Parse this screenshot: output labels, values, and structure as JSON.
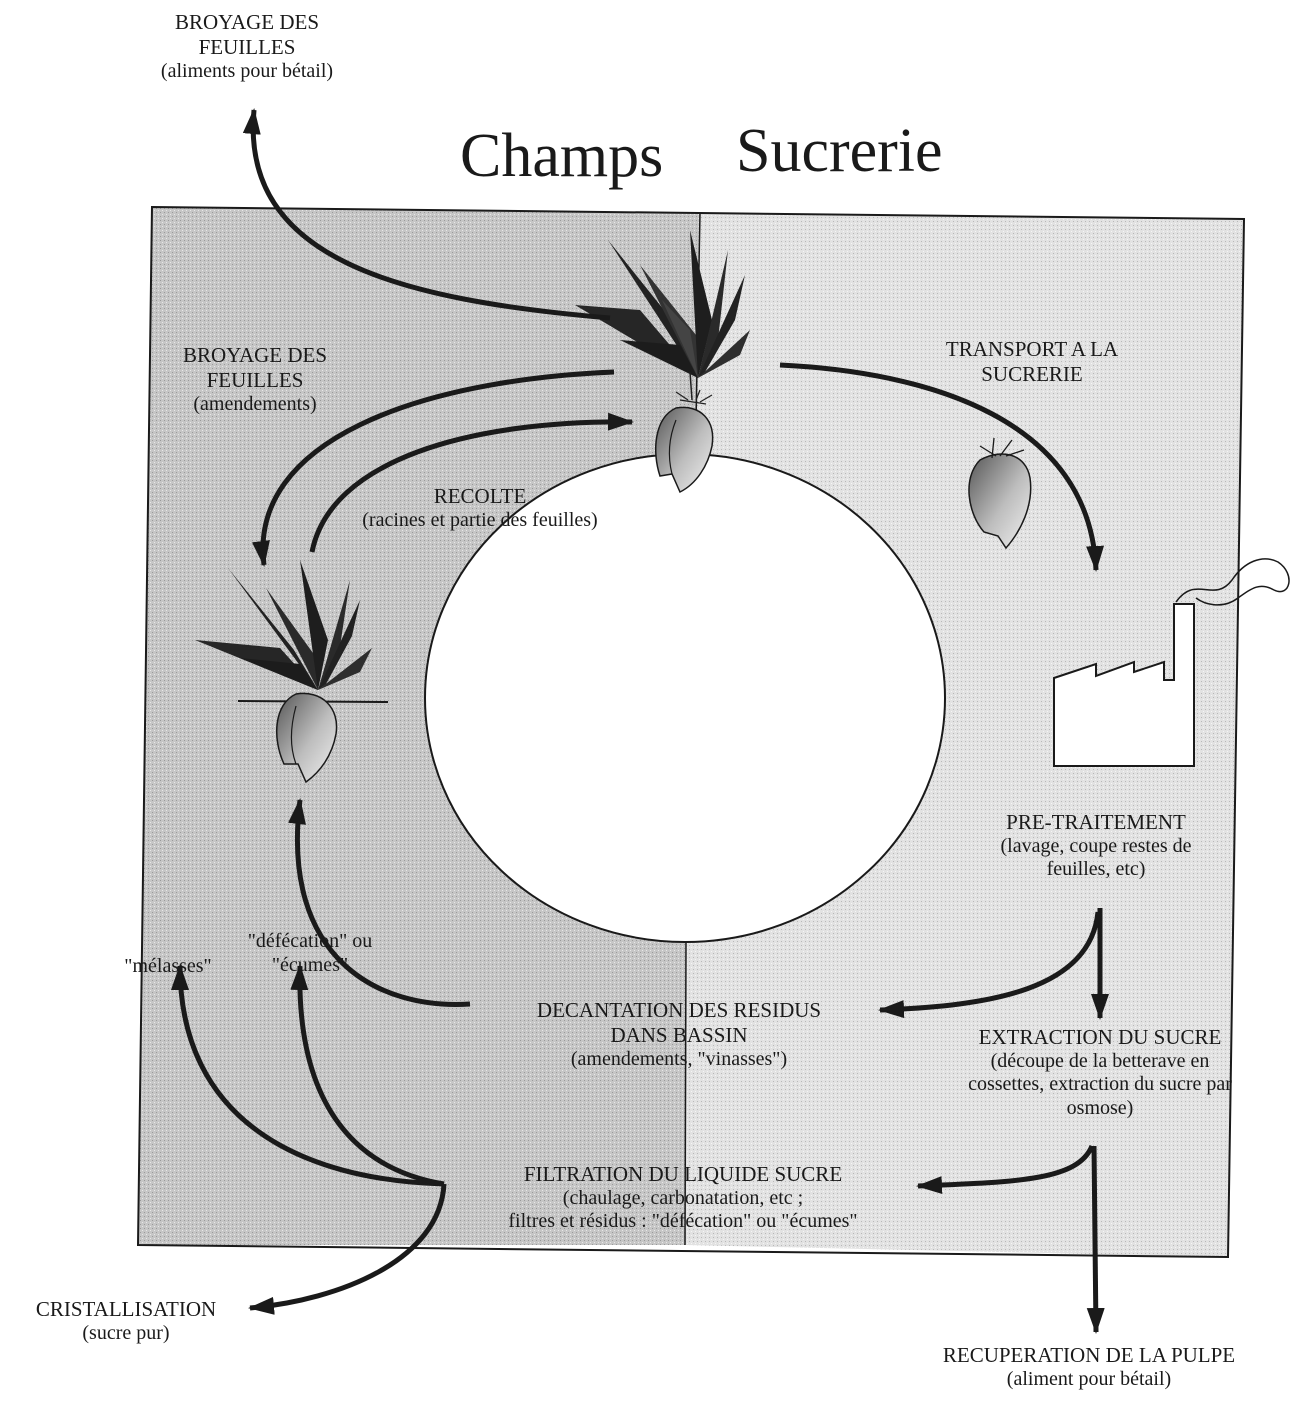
{
  "title": {
    "left": "Champs",
    "right": "Sucrerie"
  },
  "labels": {
    "broyage_top": {
      "line1": "BROYAGE DES",
      "line2": "FEUILLES",
      "sub": "(aliments pour bétail)"
    },
    "broyage_left": {
      "line1": "BROYAGE DES",
      "line2": "FEUILLES",
      "sub": "(amendements)"
    },
    "transport": {
      "line1": "TRANSPORT A LA",
      "line2": "SUCRERIE"
    },
    "recolte": {
      "head": "RECOLTE",
      "sub": "(racines et partie des feuilles)"
    },
    "pretraitement": {
      "head": "PRE-TRAITEMENT",
      "sub1": "(lavage, coupe restes de",
      "sub2": "feuilles, etc)"
    },
    "extraction": {
      "head": "EXTRACTION DU SUCRE",
      "sub1": "(découpe   de la betterave en",
      "sub2": "cossettes, extraction du sucre par",
      "sub3": "osmose)"
    },
    "decantation": {
      "line1": "DECANTATION DES RESIDUS",
      "line2": "DANS BASSIN",
      "sub": "(amendements, \"vinasses\")"
    },
    "filtration": {
      "head": "FILTRATION  DU LIQUIDE SUCRE",
      "sub1": "(chaulage, carbonatation, etc ;",
      "sub2": "filtres et résidus : \"défécation\" ou \"écumes\""
    },
    "melasses": "\"mélasses\"",
    "defecation": {
      "line1": "\"défécation\" ou",
      "line2": "\"écumes\""
    },
    "cristallisation": {
      "head": "CRISTALLISATION",
      "sub": "(sucre pur)"
    },
    "pulpe": {
      "head": "RECUPERATION DE LA PULPE",
      "sub": "(aliment pour bétail)"
    }
  },
  "colors": {
    "field_panel": "#c9c9c9",
    "factory_panel": "#e4e4e4",
    "circle": "#ffffff",
    "ink": "#1a1a1a",
    "leaf": "#222222"
  },
  "icons": [
    "beet-plant-icon",
    "beet-root-icon",
    "factory-icon",
    "arrow-icon"
  ]
}
